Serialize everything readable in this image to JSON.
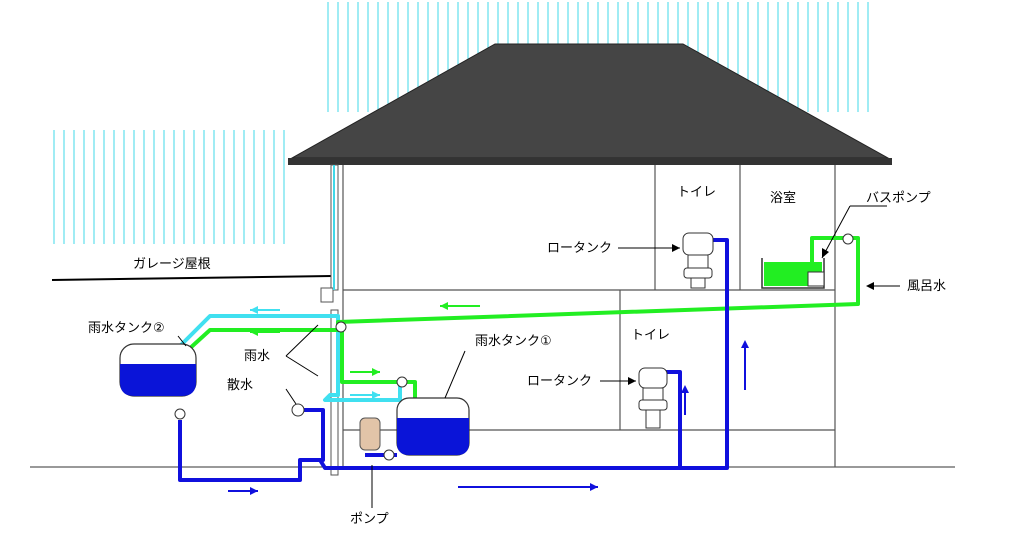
{
  "labels": {
    "garage_roof": "ガレージ屋根",
    "rain_tank_2": "雨水タンク②",
    "rain_tank_1": "雨水タンク①",
    "rainwater": "雨水",
    "sprinkle": "散水",
    "pump": "ポンプ",
    "toilet_upper": "トイレ",
    "toilet_lower": "トイレ",
    "bathroom": "浴室",
    "low_tank_upper": "ロータンク",
    "low_tank_lower": "ロータンク",
    "bath_pump": "バスポンプ",
    "bath_water": "風呂水"
  },
  "colors": {
    "rain": "#40e0f0",
    "rain_lines": "#40d8e8",
    "bath_water_pipe": "#22ee22",
    "supply_pipe": "#1010dd",
    "tank_water": "#0a14d8",
    "roof": "#444444",
    "pump_body": "#e2c4a8"
  }
}
